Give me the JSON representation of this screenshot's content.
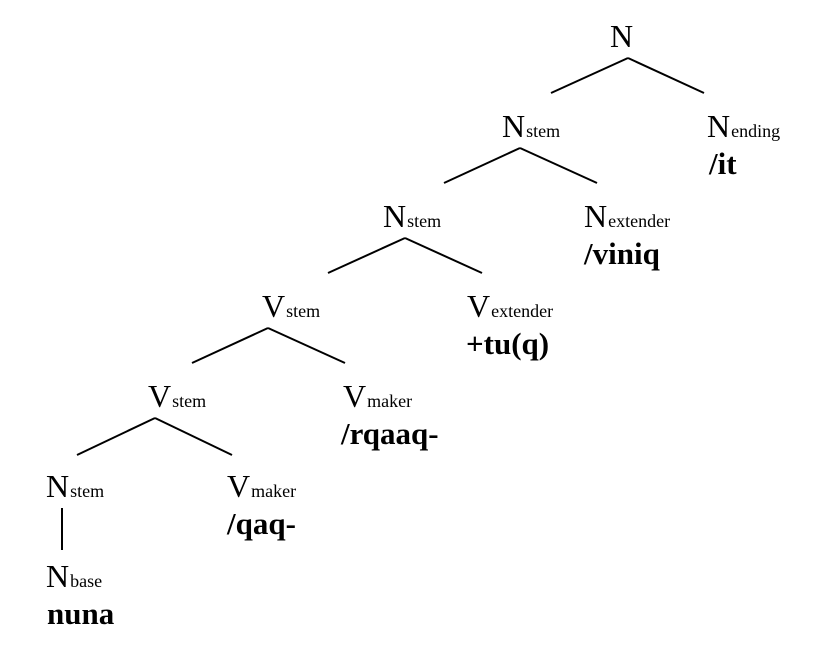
{
  "tree": {
    "nodes": [
      {
        "id": "n-root",
        "cat": "N",
        "sub": ""
      },
      {
        "id": "n-stem-1",
        "cat": "N",
        "sub": "stem"
      },
      {
        "id": "n-ending",
        "cat": "N",
        "sub": "ending",
        "morpheme": "/it"
      },
      {
        "id": "n-stem-2",
        "cat": "N",
        "sub": "stem"
      },
      {
        "id": "n-extender",
        "cat": "N",
        "sub": "extender",
        "morpheme": "/viniq"
      },
      {
        "id": "v-stem-1",
        "cat": "V",
        "sub": "stem"
      },
      {
        "id": "v-extender",
        "cat": "V",
        "sub": "extender",
        "morpheme": "+tu(q)"
      },
      {
        "id": "v-stem-2",
        "cat": "V",
        "sub": "stem"
      },
      {
        "id": "v-maker-1",
        "cat": "V",
        "sub": "maker",
        "morpheme": "/rqaaq-"
      },
      {
        "id": "n-stem-3",
        "cat": "N",
        "sub": "stem"
      },
      {
        "id": "v-maker-2",
        "cat": "V",
        "sub": "maker",
        "morpheme": "/qaq-"
      },
      {
        "id": "n-base",
        "cat": "N",
        "sub": "base",
        "morpheme": "nuna"
      }
    ]
  }
}
